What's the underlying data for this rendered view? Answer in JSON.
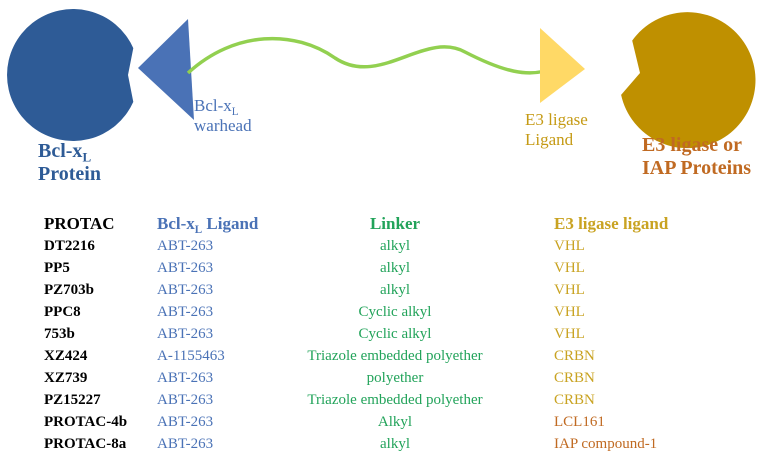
{
  "diagram": {
    "warhead_label": [
      "Bcl-x",
      "L",
      " warhead"
    ],
    "e3_ligand_label": [
      "E3 ligase",
      "Ligand"
    ],
    "bcl_protein_label": [
      "Bcl-x",
      "L",
      "Protein"
    ],
    "e3_protein_label": [
      "E3 ligase or",
      "IAP Proteins"
    ],
    "colors": {
      "bcl_protein": "#2e5b96",
      "warhead": "#4a72b6",
      "linker": "#92d050",
      "e3_ligand": "#ffd966",
      "e3_protein": "#bf9000"
    }
  },
  "table": {
    "headers": [
      "PROTAC",
      "Bcl-x",
      "L",
      " Ligand",
      "Linker",
      "E3 ligase ligand"
    ],
    "rows": [
      [
        "DT2216",
        "ABT-263",
        "alkyl",
        "VHL"
      ],
      [
        "PP5",
        "ABT-263",
        "alkyl",
        "VHL"
      ],
      [
        "PZ703b",
        "ABT-263",
        "alkyl",
        "VHL"
      ],
      [
        "PPC8",
        "ABT-263",
        "Cyclic alkyl",
        "VHL"
      ],
      [
        "753b",
        "ABT-263",
        "Cyclic alkyl",
        "VHL"
      ],
      [
        "XZ424",
        "A-1155463",
        "Triazole embedded polyether",
        "CRBN"
      ],
      [
        "XZ739",
        "ABT-263",
        "polyether",
        "CRBN"
      ],
      [
        "PZ15227",
        "ABT-263",
        "Triazole embedded polyether",
        "CRBN"
      ],
      [
        "PROTAC-4b",
        "ABT-263",
        "Alkyl",
        "LCL161"
      ],
      [
        "PROTAC-8a",
        "ABT-263",
        "alkyl",
        "IAP compound-1"
      ]
    ]
  }
}
